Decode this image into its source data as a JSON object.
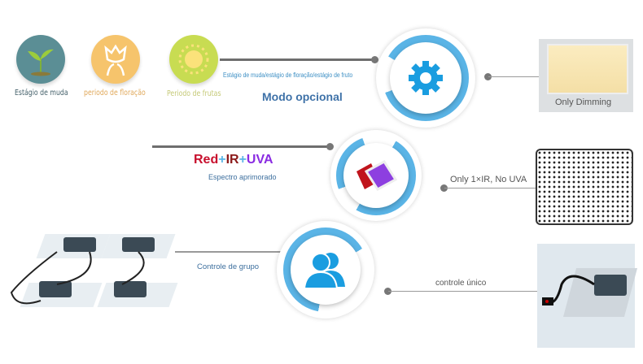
{
  "stages": [
    {
      "label": "Estágio de muda",
      "color": "#5b8e95",
      "text_color": "#44606a",
      "icon": "seedling-icon"
    },
    {
      "label": "periodo de floração",
      "color": "#f6c46c",
      "text_color": "#e0a85a",
      "icon": "flower-icon"
    },
    {
      "label": "Periodo de frutas",
      "color": "#c8dc52",
      "text_color": "#c5c977",
      "icon": "sun-icon"
    }
  ],
  "mode": {
    "subtitle": "Estágio de muda/estágio de floração/estágio de fruto",
    "title": "Modo opcional",
    "compare": "Only Dimming"
  },
  "spectrum": {
    "parts": [
      "Red",
      "+",
      "IR",
      "+",
      "UVA"
    ],
    "subtitle": "Espectro aprimorado",
    "compare": "Only 1×IR, No UVA"
  },
  "group": {
    "label": "Controle de grupo",
    "compare": "controle único"
  },
  "colors": {
    "accent": "#3aa7e4",
    "ring": "#5ab4e6",
    "red": "#c8102e",
    "ir": "#8b1a1a",
    "plus": "#5ab4e6",
    "uva": "#8a2be2"
  }
}
